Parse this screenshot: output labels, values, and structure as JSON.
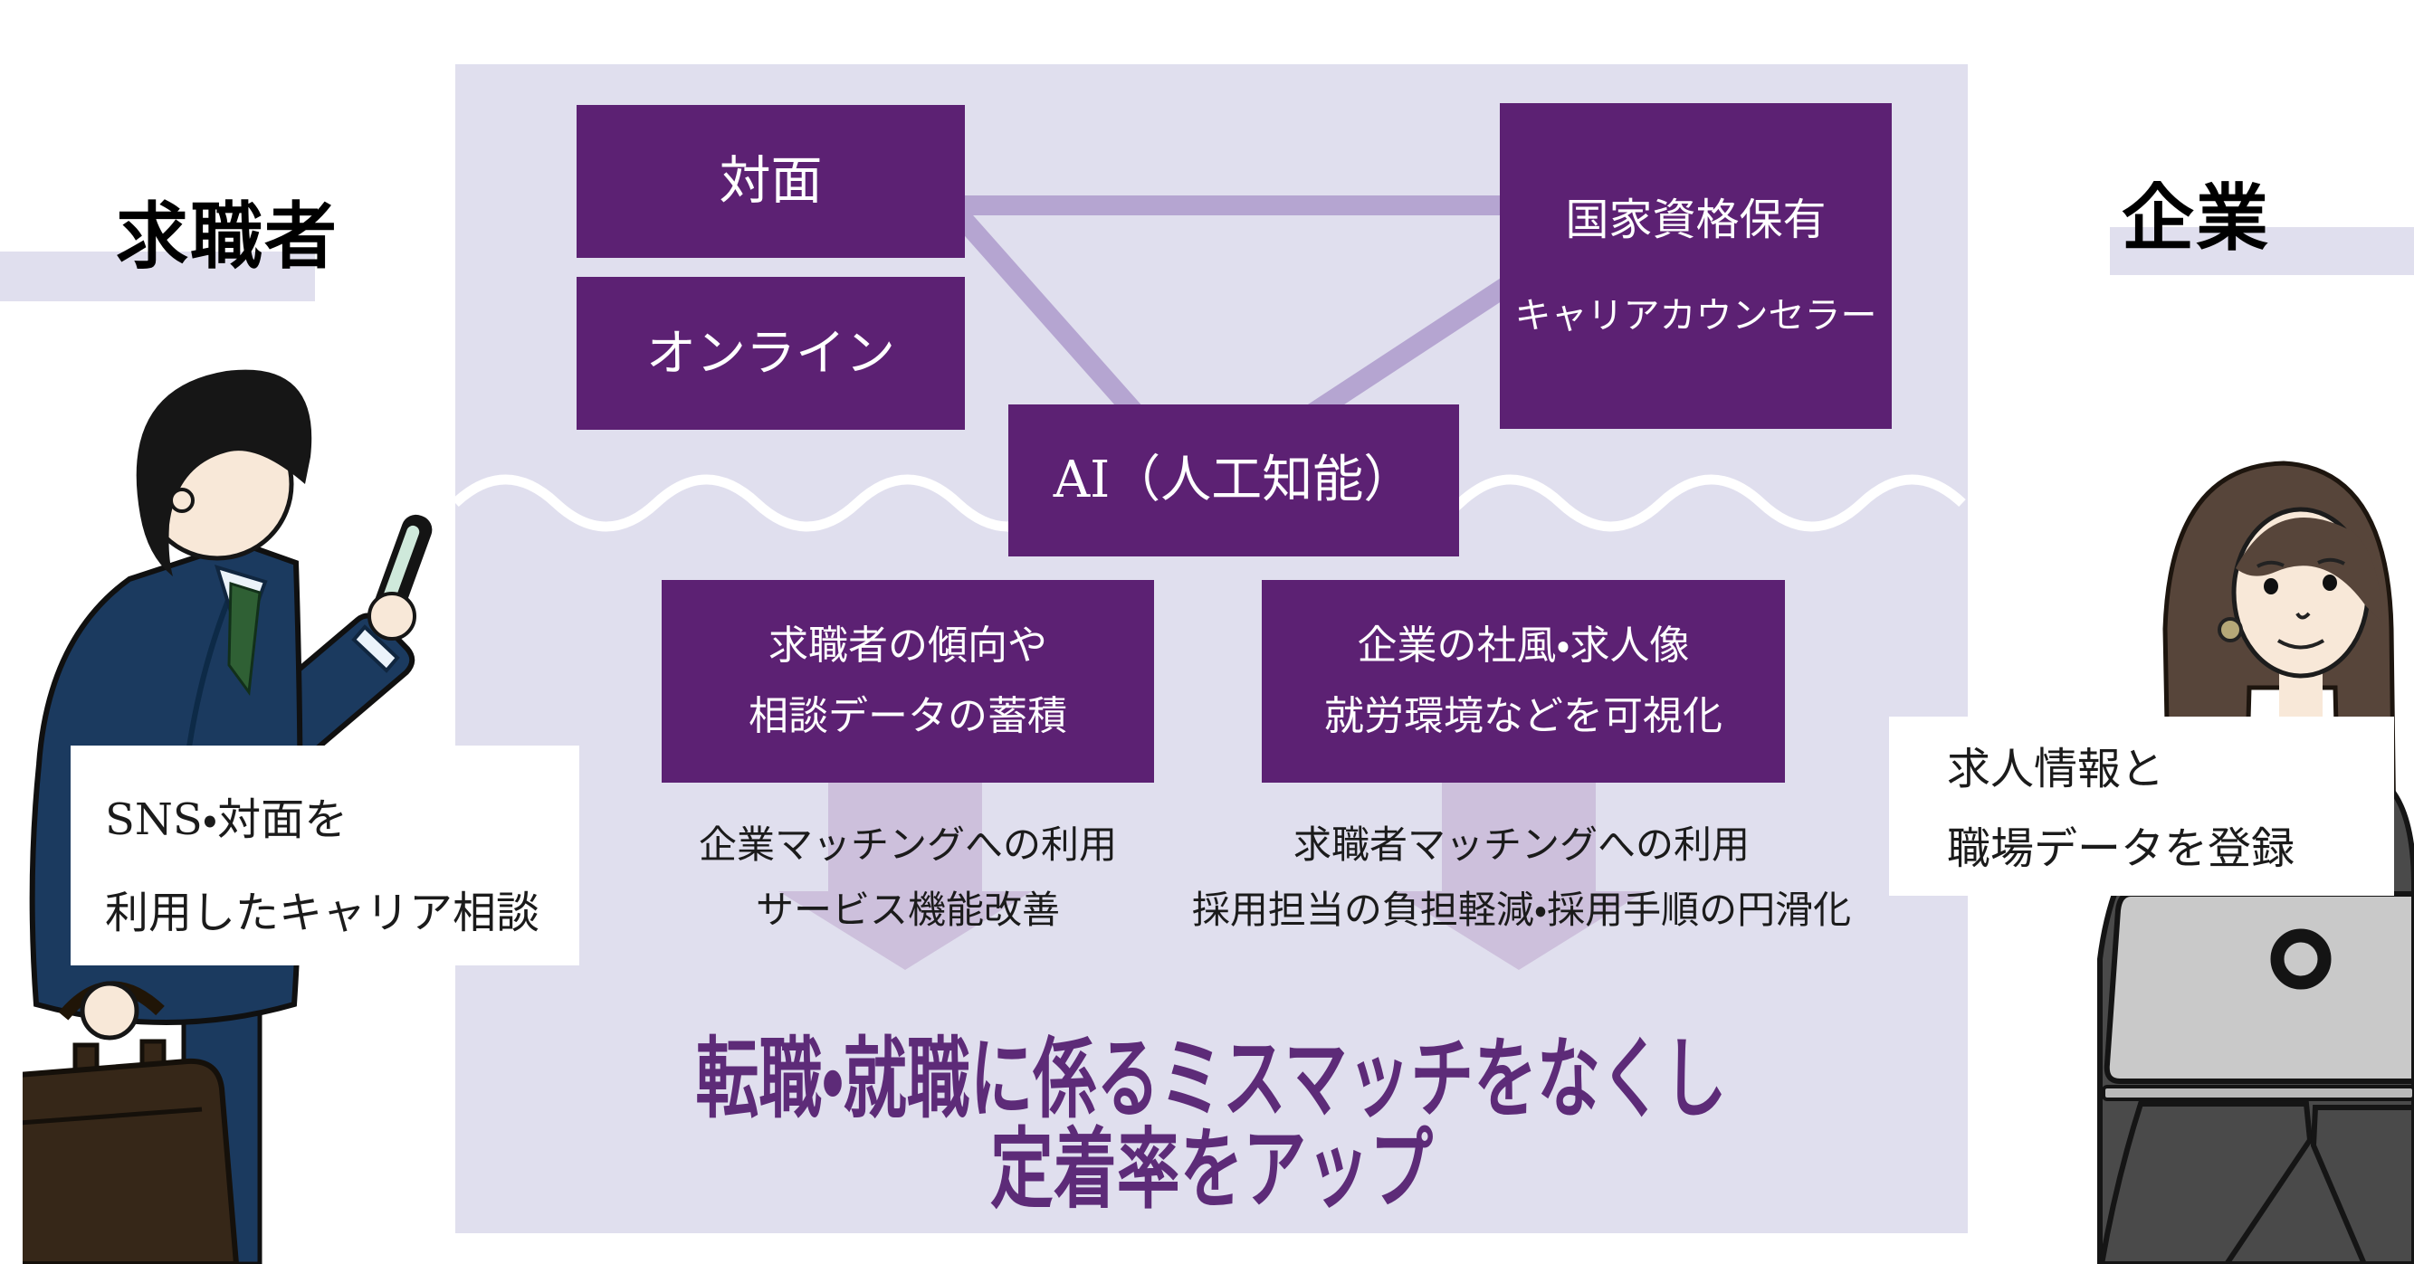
{
  "title_labels": {
    "job_seeker": "求職者",
    "company": "企業"
  },
  "flow": {
    "box_face_to_face": "対面",
    "box_online": "オンライン",
    "box_counselor_line1": "国家資格保有",
    "box_counselor_line2": "キャリアカウンセラー",
    "box_ai": "AI（人工知能）",
    "box_jobseeker_data_line1": "求職者の傾向や",
    "box_jobseeker_data_line2": "相談データの蓄積",
    "box_company_data_line1": "企業の社風・求人像",
    "box_company_data_line2": "就労環境などを可視化",
    "arrow_left_note_line1": "企業マッチングへの利用",
    "arrow_left_note_line2": "サービス機能改善",
    "arrow_right_note_line1": "求職者マッチングへの利用",
    "arrow_right_note_line2": "採用担当の負担軽減・採用手順の円滑化",
    "headline_line1": "転職・就職に係るミスマッチをなくし",
    "headline_line2": "定着率をアップ"
  },
  "captions": {
    "job_seeker_line1": "SNS・対面を",
    "job_seeker_line2": "利用したキャリア相談",
    "company_line1": "求人情報と",
    "company_line2": "職場データを登録"
  },
  "icons": {
    "left_illustration": "job-seeker-with-smartphone-and-briefcase",
    "right_illustration": "hr-staff-with-laptop"
  },
  "colors": {
    "panel": "#e0dfee",
    "box_purple": "#5c2173",
    "headline_purple": "#5d2b78",
    "connector": "#b5a5d1",
    "arrow": "#cdc0dc",
    "suit_navy": "#1b3a5f",
    "skin": "#f8e8d8",
    "hair_black": "#161616",
    "hair_brown": "#57453a",
    "jacket_gray": "#4a4a4a",
    "laptop_gray": "#c9c9c9",
    "tie_green": "#2f6034",
    "briefcase_brown": "#362718"
  }
}
